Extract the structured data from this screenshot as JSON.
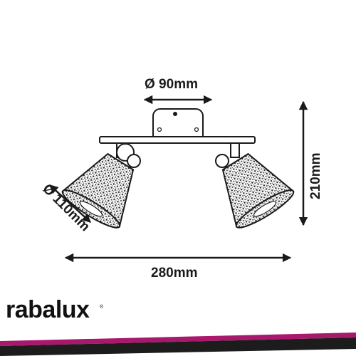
{
  "dimensions": {
    "canopy_diameter": "Ø 90mm",
    "shade_diameter": "Ø 110mm",
    "total_height": "210mm",
    "total_width": "280mm"
  },
  "brand": {
    "name": "rabalux",
    "registered_mark": "®"
  },
  "colors": {
    "line": "#1a1a1a",
    "accent_stripe": "#a8186c",
    "dark_stripe": "#1c1c1c"
  }
}
